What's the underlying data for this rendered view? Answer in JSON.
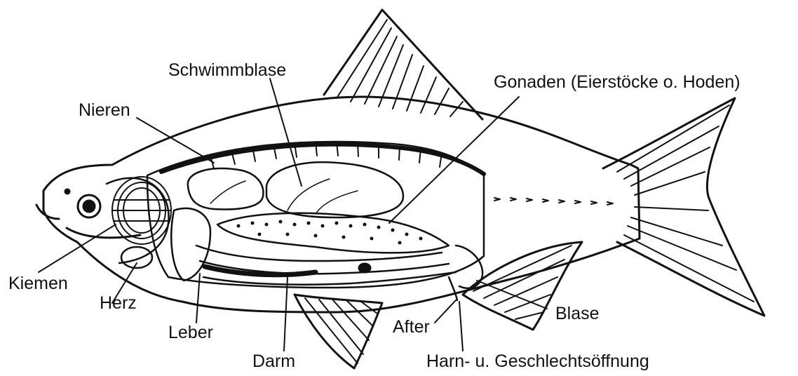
{
  "labels": {
    "schwimmblase": "Schwimmblase",
    "gonaden": "Gonaden (Eierstöcke o. Hoden)",
    "nieren": "Nieren",
    "kiemen": "Kiemen",
    "herz": "Herz",
    "leber": "Leber",
    "darm": "Darm",
    "after": "After",
    "blase": "Blase",
    "harn": "Harn- u. Geschlechtsöffnung"
  },
  "colors": {
    "ink": "#111111",
    "paper": "#ffffff"
  }
}
